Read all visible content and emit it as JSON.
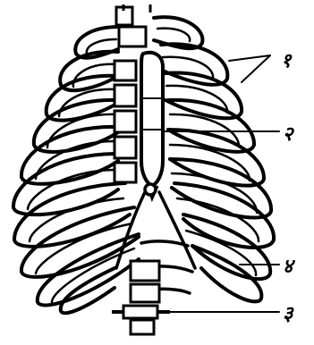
{
  "diagram": {
    "labels": [
      {
        "id": "label-1",
        "text": "१"
      },
      {
        "id": "label-2",
        "text": "२"
      },
      {
        "id": "label-4",
        "text": "४"
      },
      {
        "id": "label-3",
        "text": "३"
      }
    ]
  }
}
